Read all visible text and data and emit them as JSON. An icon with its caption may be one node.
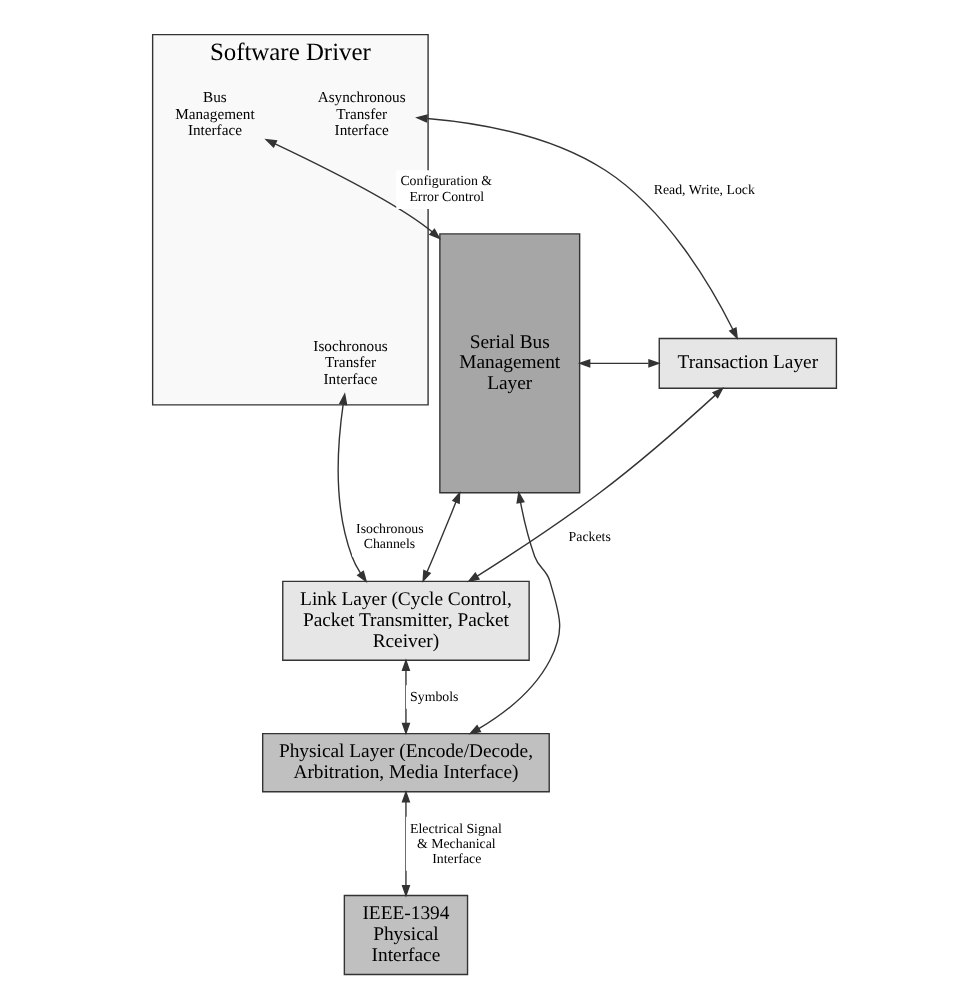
{
  "diagram": {
    "nodes": [
      {
        "text": [
          "Software Driver"
        ]
      },
      {
        "text": [
          "Bus Management Interface"
        ],
        "in": 0
      },
      {
        "text": [
          "Asynchronous Transfer Interface"
        ],
        "in": 0
      },
      {
        "text": [
          "Isochronous Transfer Interface"
        ],
        "in": 0
      },
      {
        "text": [
          "Serial Bus Management Layer"
        ]
      },
      {
        "text": [
          "Transaction Layer"
        ]
      },
      {
        "text": [
          "Link Layer (Cycle Control, Packet Transmitter, Packet Rceiver)"
        ]
      },
      {
        "text": [
          "Physical Layer (Encode/Decode, Arbitration, Media Interface)"
        ]
      },
      {
        "text": [
          "IEEE-1394 Physical Interface"
        ]
      }
    ],
    "edges": [
      {
        "from": 1,
        "to": 4,
        "arrow": "both",
        "label": "Configuration & Error Control"
      },
      {
        "from": 2,
        "to": 5,
        "arrow": "both",
        "label": "Read, Write, Lock"
      },
      {
        "from": 3,
        "to": 6,
        "arrow": "both",
        "label": "Isochronous Channels"
      },
      {
        "from": 4,
        "to": 5,
        "arrow": "both"
      },
      {
        "from": 5,
        "to": 6,
        "arrow": "both",
        "label": "Packets"
      },
      {
        "from": 4,
        "to": 6,
        "arrow": "both"
      },
      {
        "from": 6,
        "to": 7,
        "arrow": "both",
        "label": "Symbols"
      },
      {
        "from": 4,
        "to": 7,
        "arrow": "both"
      },
      {
        "from": 7,
        "to": 8,
        "arrow": "both",
        "label": "Electrical Signal & Mechanical Interface"
      }
    ]
  }
}
